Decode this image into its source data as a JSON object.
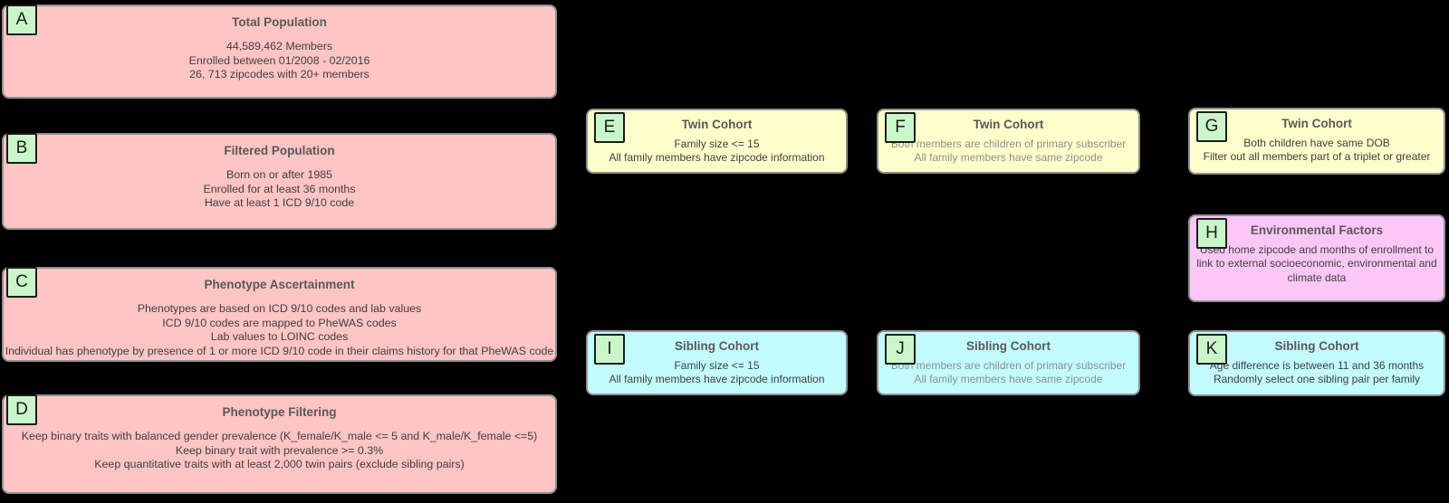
{
  "diagram": {
    "background": "#000000",
    "colors": {
      "population_box": "#ffc4c4",
      "twin_cohort_box": "#ffffcc",
      "sibling_cohort_box": "#c2fcfe",
      "environmental_box": "#fbc7f7",
      "badge_fill": "#caf7ca",
      "box_border": "#919191",
      "badge_border": "#1c1c1c",
      "title_text": "#595959",
      "body_text": "#404040",
      "muted_body_text": "#8f8f8f"
    },
    "boxes": {
      "A": {
        "label": "A",
        "title": "Total Population",
        "lines": [
          "44,589,462 Members",
          "Enrolled between 01/2008 - 02/2016",
          "26, 713 zipcodes with 20+ members"
        ]
      },
      "B": {
        "label": "B",
        "title": "Filtered Population",
        "lines": [
          "Born on or after 1985",
          "Enrolled for at least 36 months",
          "Have at least 1 ICD 9/10 code"
        ]
      },
      "C": {
        "label": "C",
        "title": "Phenotype Ascertainment",
        "lines": [
          "Phenotypes are based on ICD 9/10 codes and lab values",
          "ICD 9/10 codes are mapped to PheWAS codes",
          "Lab values to LOINC codes",
          "Individual has phenotype by presence of 1 or more ICD 9/10 code in their claims history for that PheWAS code"
        ]
      },
      "D": {
        "label": "D",
        "title": "Phenotype Filtering",
        "lines": [
          "Keep binary traits with balanced gender prevalence (K_female/K_male <= 5 and K_male/K_female <=5)",
          "Keep binary trait with prevalence >= 0.3%",
          "Keep quantitative traits with at least 2,000 twin pairs (exclude sibling pairs)"
        ]
      },
      "E": {
        "label": "E",
        "title": "Twin Cohort",
        "lines": [
          "Family size <= 15",
          "All family members have zipcode information"
        ]
      },
      "F": {
        "label": "F",
        "title": "Twin Cohort",
        "lines": [
          "Both members are children of primary subscriber",
          "All family members have same zipcode"
        ]
      },
      "G": {
        "label": "G",
        "title": "Twin Cohort",
        "lines": [
          "Both children have same DOB",
          "Filter out all members part of a triplet or greater"
        ]
      },
      "H": {
        "label": "H",
        "title": "Environmental Factors",
        "lines": [
          "Used home zipcode and months of enrollment to",
          "link to external socioeconomic, environmental and",
          "climate data"
        ]
      },
      "I": {
        "label": "I",
        "title": "Sibling Cohort",
        "lines": [
          "Family size <= 15",
          "All family members have zipcode information"
        ]
      },
      "J": {
        "label": "J",
        "title": "Sibling Cohort",
        "lines": [
          "Both members are children of primary subscriber",
          "All family members have same zipcode"
        ]
      },
      "K": {
        "label": "K",
        "title": "Sibling Cohort",
        "lines": [
          "Age difference is between 11 and 36 months",
          "Randomly select one sibling pair per family"
        ]
      }
    }
  }
}
